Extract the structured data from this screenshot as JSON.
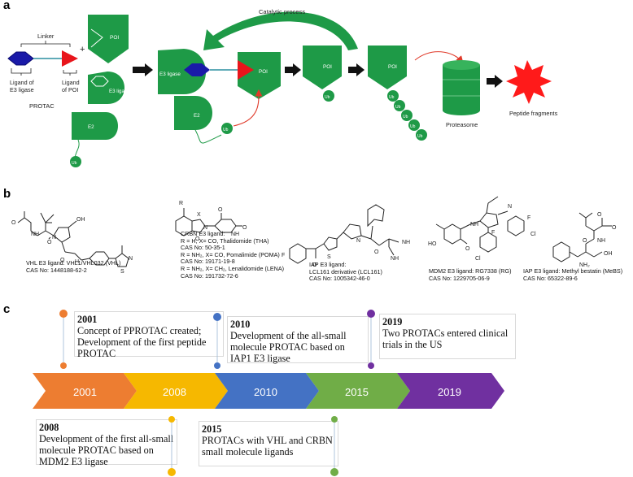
{
  "panels": {
    "a": "a",
    "b": "b",
    "c": "c"
  },
  "panel_a": {
    "catalytic_process": "Catalytic process",
    "linker": "Linker",
    "ligand_e3": "Ligand of\nE3 ligase",
    "ligand_poi": "Ligand\nof POI",
    "protac": "PROTAC",
    "plus": "+",
    "poi": "POI",
    "e3_ligase": "E3 ligase",
    "e2": "E2",
    "ub": "Ub",
    "proteasome": "Proteasome",
    "peptide_fragments": "Peptide fragments",
    "colors": {
      "green": "#1e9a47",
      "blue": "#1a1aa8",
      "red": "#e8151b",
      "arrow_red": "#e03a2a",
      "star": "#ff1a1a"
    }
  },
  "panel_b": {
    "vhl": "VHL E3 ligand: VHL1/VHL032 (VHL)\nCAS No: 1448188-62-2",
    "crbn": "CRBN E3 ligand:\nR = H, X= CO, Thalidomide (THA)\nCAS No: 50-35-1\nR = NH₂, X= CO, Pomalimide (POMA)\nCAS No: 19171-19-8\nR = NH₂, X= CH₂, Lenalidomide (LENA)\nCAS No: 191732-72-6",
    "iap": "IAP E3 ligand:\nLCL161 derivative (LCL161)\nCAS No: 1005342-46-0",
    "mdm2": "MDM2 E3 ligand: RG7338 (RG)\nCAS No: 1229705-06-9",
    "mebs": "IAP E3 ligand: Methyl bestatin (MeBS)\nCAS No: 65322-89-6",
    "atom_labels": {
      "oh": "OH",
      "o": "O",
      "n": "N",
      "nh": "NH",
      "h": "H",
      "s": "S",
      "f": "F",
      "cl": "Cl",
      "r": "R",
      "x": "X",
      "cn": "N",
      "nh2": "NH₂",
      "hooc": "HO",
      "ome": "O"
    }
  },
  "panel_c": {
    "arrow_years": [
      "2001",
      "2008",
      "2010",
      "2015",
      "2019"
    ],
    "arrow_colors": [
      "#ed7d31",
      "#f6b800",
      "#4472c4",
      "#70ad47",
      "#7030a0"
    ],
    "events": [
      {
        "year": "2001",
        "text": "Concept of PPROTAC created; Development of the first peptide PROTAC"
      },
      {
        "year": "2008",
        "text": "Development of the first all-small molecule PROTAC based on MDM2 E3 ligase"
      },
      {
        "year": "2010",
        "text": "Development of the all-small molecule PROTAC based on IAP1 E3 ligase"
      },
      {
        "year": "2015",
        "text": "PROTACs with VHL and CRBN small molecule ligands"
      },
      {
        "year": "2019",
        "text": "Two PROTACs entered clinical trials in the US"
      }
    ]
  }
}
